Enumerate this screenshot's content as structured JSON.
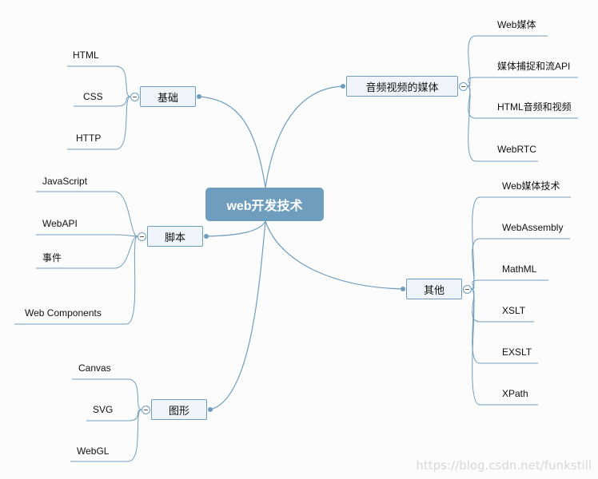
{
  "root": "web开发技术",
  "colors": {
    "line": "#6f9dbd",
    "root_fill": "#6f9dbd",
    "branch_fill": "#eef4f9"
  },
  "branches": [
    {
      "label": "基础",
      "children": [
        "HTML",
        "CSS",
        "HTTP"
      ]
    },
    {
      "label": "脚本",
      "children": [
        "JavaScript",
        "WebAPI",
        "事件",
        "Web Components"
      ]
    },
    {
      "label": "图形",
      "children": [
        "Canvas",
        "SVG",
        "WebGL"
      ]
    },
    {
      "label": "音频视频的媒体",
      "children": [
        "Web媒体",
        "媒体捕捉和流API",
        "HTML音频和视频",
        "WebRTC"
      ]
    },
    {
      "label": "其他",
      "children": [
        "Web媒体技术",
        "WebAssembly",
        "MathML",
        "XSLT",
        "EXSLT",
        "XPath"
      ]
    }
  ],
  "watermark": "https://blog.csdn.net/funkstill"
}
